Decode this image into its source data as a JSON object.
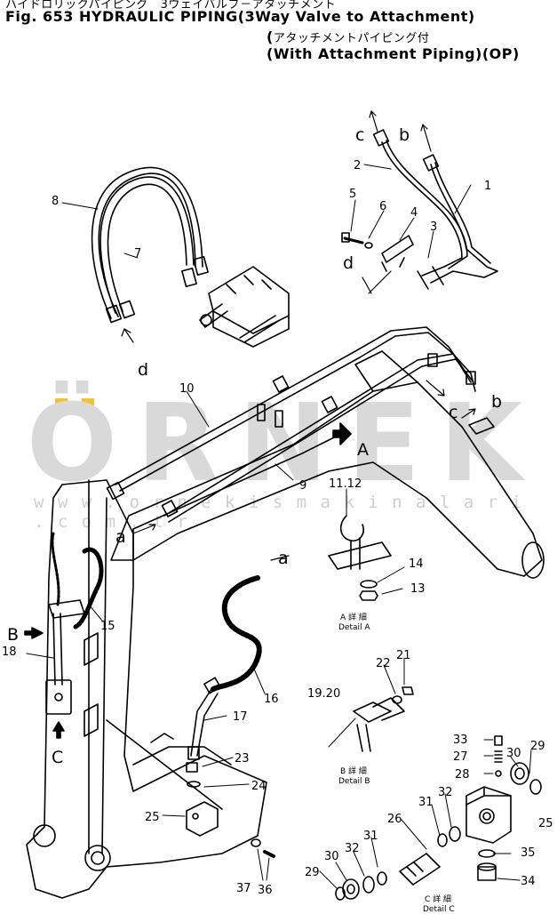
{
  "title": {
    "line1": "Fig. 653 HYDRAULIC PIPING",
    "line1b": "3Way Valve to Attachment",
    "line2": "アタッチメントパイピング付",
    "line3": "With Attachment Piping",
    "suffix": "(OP)"
  },
  "watermark": {
    "brand": "ÖRNEK",
    "url": "w w w . o r n e k i s m a k i n a l a r i . c o m . t r"
  },
  "part_numbers": [
    "1",
    "2",
    "3",
    "4",
    "5",
    "6",
    "7",
    "8",
    "9",
    "10",
    "11.12",
    "13",
    "14",
    "15",
    "16",
    "17",
    "18",
    "19.20",
    "21",
    "22",
    "23",
    "24",
    "25",
    "26",
    "27",
    "28",
    "29",
    "30",
    "31",
    "32",
    "33",
    "34",
    "35",
    "36",
    "37"
  ],
  "letters": {
    "a": "a",
    "b": "b",
    "c": "c",
    "d": "d",
    "A": "A",
    "B": "B",
    "C": "C"
  },
  "details": {
    "a_jp": "A 詳 細",
    "a": "Detail A",
    "b_jp": "B 詳 細",
    "b": "Detail B",
    "c_jp": "C 詳 細",
    "c": "Detail C"
  }
}
